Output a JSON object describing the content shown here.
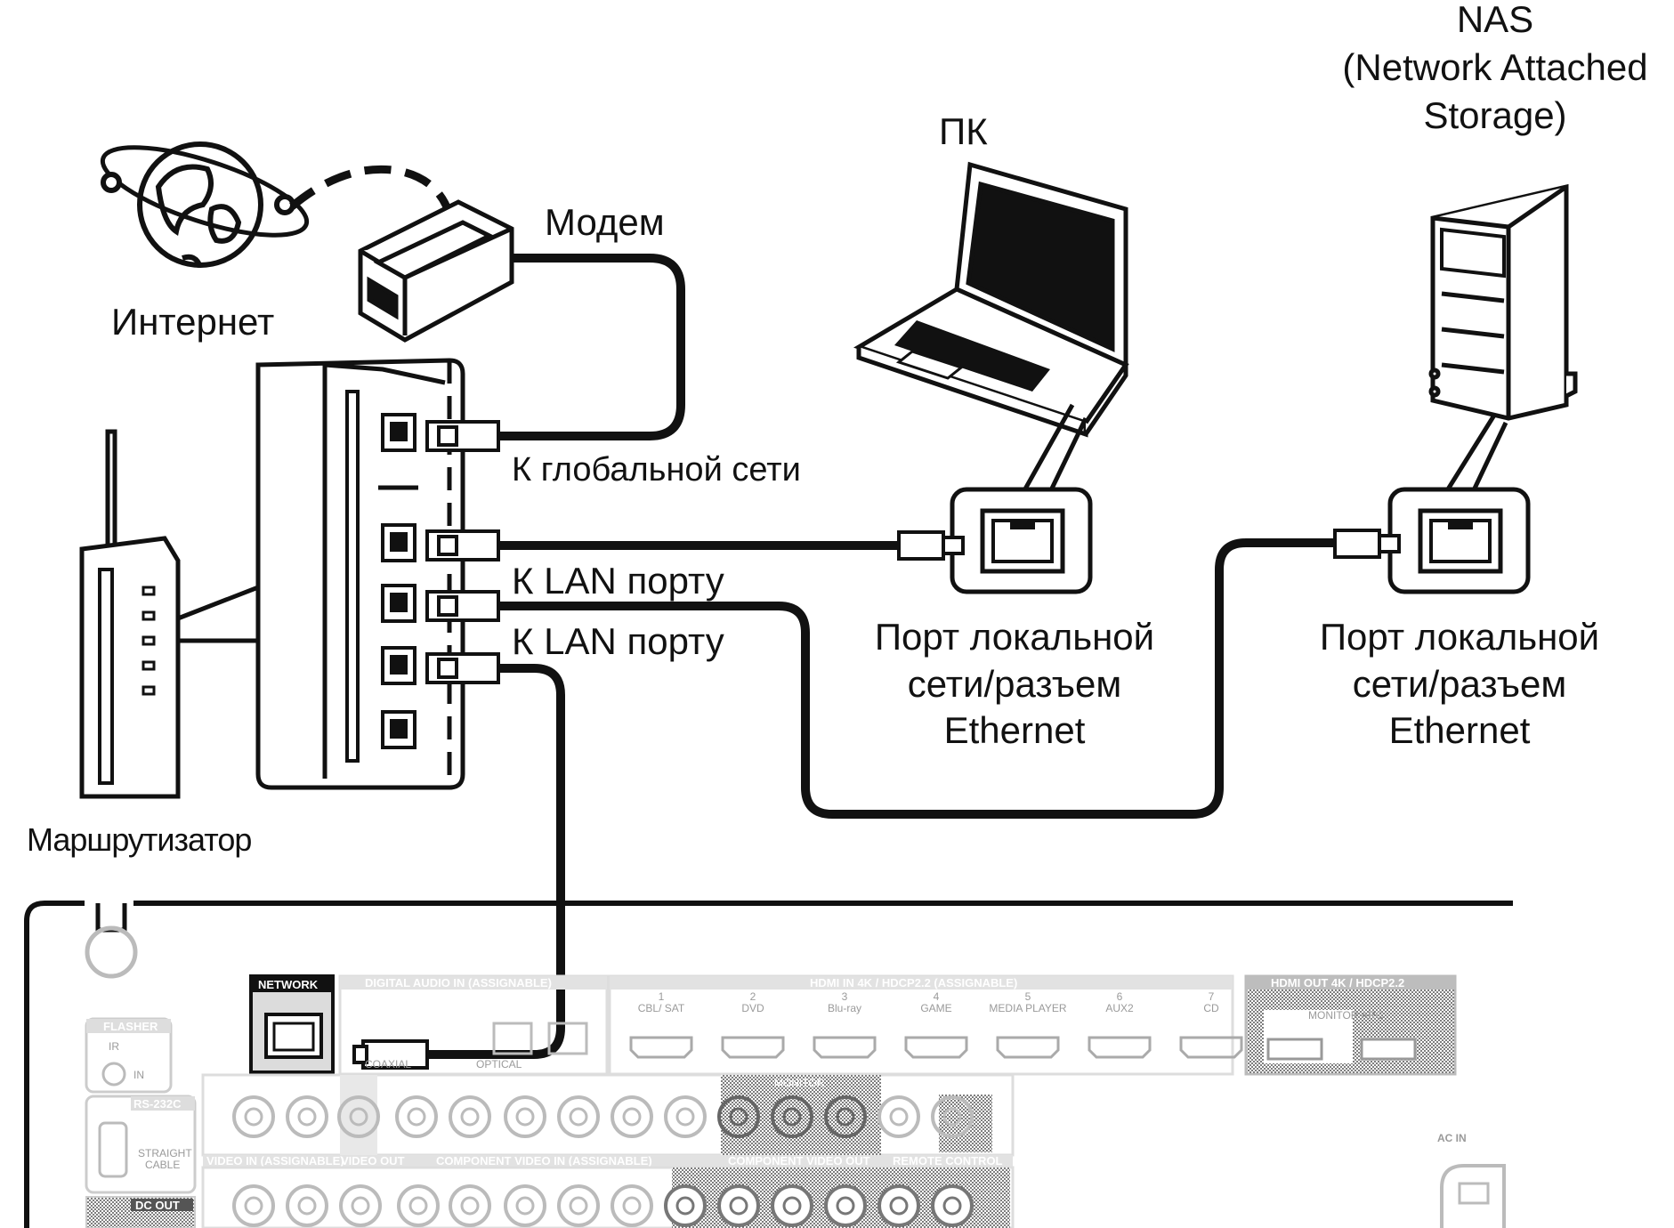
{
  "labels": {
    "nas": "NAS",
    "nas_full": "(Network Attached",
    "nas_full2": "Storage)",
    "pc": "ПК",
    "modem": "Модем",
    "internet": "Интернет",
    "wan": "К глобальной сети",
    "lan1": "К LAN порту",
    "lan2": "К LAN порту",
    "router": "Маршрутизатор",
    "pc_port_1": "Порт локальной",
    "pc_port_2": "сети/разъем",
    "pc_port_3": "Ethernet",
    "nas_port_1": "Порт локальной",
    "nas_port_2": "сети/разъем",
    "nas_port_3": "Ethernet"
  },
  "panel": {
    "network": "NETWORK",
    "digital_audio_in": "DIGITAL AUDIO IN (ASSIGNABLE)",
    "hdmi_in": "HDMI IN 4K / HDCP2.2 (ASSIGNABLE)",
    "hdmi_out": "HDMI OUT 4K / HDCP2.2",
    "flasher": "FLASHER",
    "ir": "IR",
    "in": "IN",
    "rs232c": "RS-232C",
    "straight_cable_1": "STRAIGHT",
    "straight_cable_2": "CABLE",
    "dc_out": "DC OUT",
    "ac_in": "AC IN",
    "coaxial": "COAXIAL",
    "optical": "OPTICAL",
    "video_in": "VIDEO IN (ASSIGNABLE)",
    "video_out": "VIDEO OUT",
    "component_video_in": "COMPONENT VIDEO IN (ASSIGNABLE)",
    "component_video_out": "COMPONENT VIDEO OUT",
    "remote_control": "REMOTE CONTROL",
    "monitor": "MONITOR",
    "monitor_arc": "MONITOR ARC",
    "hdmi_inputs": [
      "CBL/ SAT",
      "DVD",
      "Blu-ray",
      "GAME",
      "MEDIA PLAYER",
      "AUX2",
      "CD"
    ],
    "hdmi_numbers": [
      "1",
      "2",
      "3",
      "4",
      "5",
      "6",
      "7"
    ]
  }
}
